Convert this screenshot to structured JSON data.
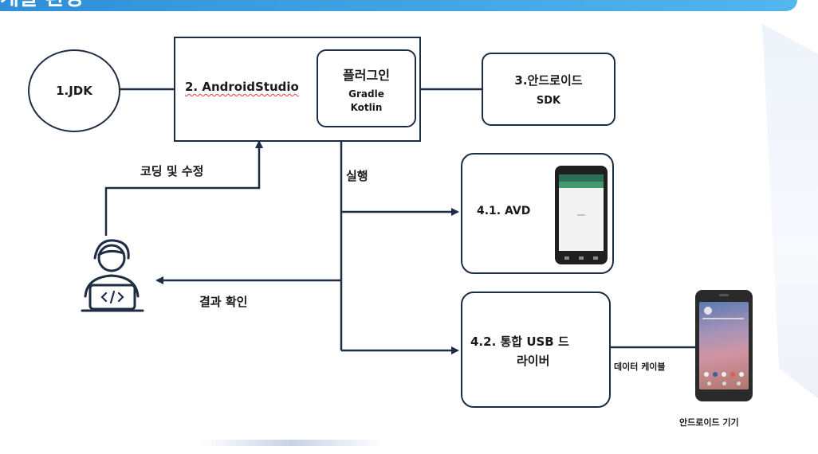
{
  "header": {
    "title": "개발 환경"
  },
  "nodes": {
    "jdk": "1.JDK",
    "android_studio": "2. AndroidStudio",
    "plugin": {
      "title": "플러그인",
      "items": [
        "Gradle",
        "Kotlin"
      ]
    },
    "sdk": {
      "line1": "3.안드로이드",
      "line2": "SDK"
    },
    "avd": "4.1. AVD",
    "usb": {
      "line1": "4.2. 통합 USB 드",
      "line2": "라이버"
    }
  },
  "edges": {
    "coding": "코딩 및 수정",
    "run": "실행",
    "result": "결과 확인",
    "cable": "데이터 케이블"
  },
  "device": {
    "label": "안드로이드 기기"
  },
  "icons": [
    "developer-icon",
    "code-icon",
    "emulator-phone-icon",
    "android-device-icon"
  ]
}
